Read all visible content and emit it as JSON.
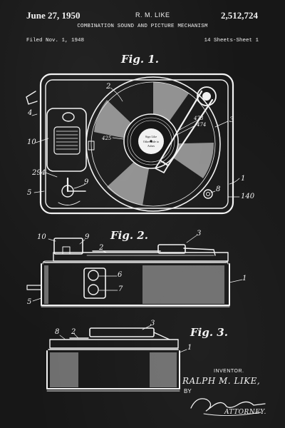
{
  "header": {
    "date": "June 27, 1950",
    "inventor": "R. M. LIKE",
    "patent_number": "2,512,724",
    "title": "COMBINATION SOUND AND PICTURE MECHANISM",
    "filed": "Filed Nov. 1, 1948",
    "sheets": "14 Sheets-Sheet 1"
  },
  "figures": {
    "fig1": "Fig. 1.",
    "fig2": "Fig. 2.",
    "fig3": "Fig. 3."
  },
  "record_label": {
    "line1": "Sign Like",
    "line2": "Other Side to",
    "line3": "Ashes"
  },
  "reference_numerals": {
    "fig1": {
      "n2": "2",
      "n4": "4",
      "n10": "10",
      "n425": "425",
      "n473": "473",
      "n474": "474",
      "n3": "3",
      "n294": "294",
      "n9": "9",
      "n5": "5",
      "n1": "1",
      "n8": "8",
      "n140": "140"
    },
    "fig2": {
      "n10": "10",
      "n9": "9",
      "n2": "2",
      "n3": "3",
      "n6": "6",
      "n7": "7",
      "n1": "1",
      "n5": "5"
    },
    "fig3": {
      "n8": "8",
      "n2": "2",
      "n3": "3",
      "n1": "1"
    }
  },
  "signature": {
    "inventor_label": "INVENTOR.",
    "inventor_name": "RALPH M. LIKE,",
    "by_label": "BY",
    "attorney_label": "ATTORNEY."
  },
  "colors": {
    "background": "#171717",
    "ink": "#f2f2f2"
  }
}
